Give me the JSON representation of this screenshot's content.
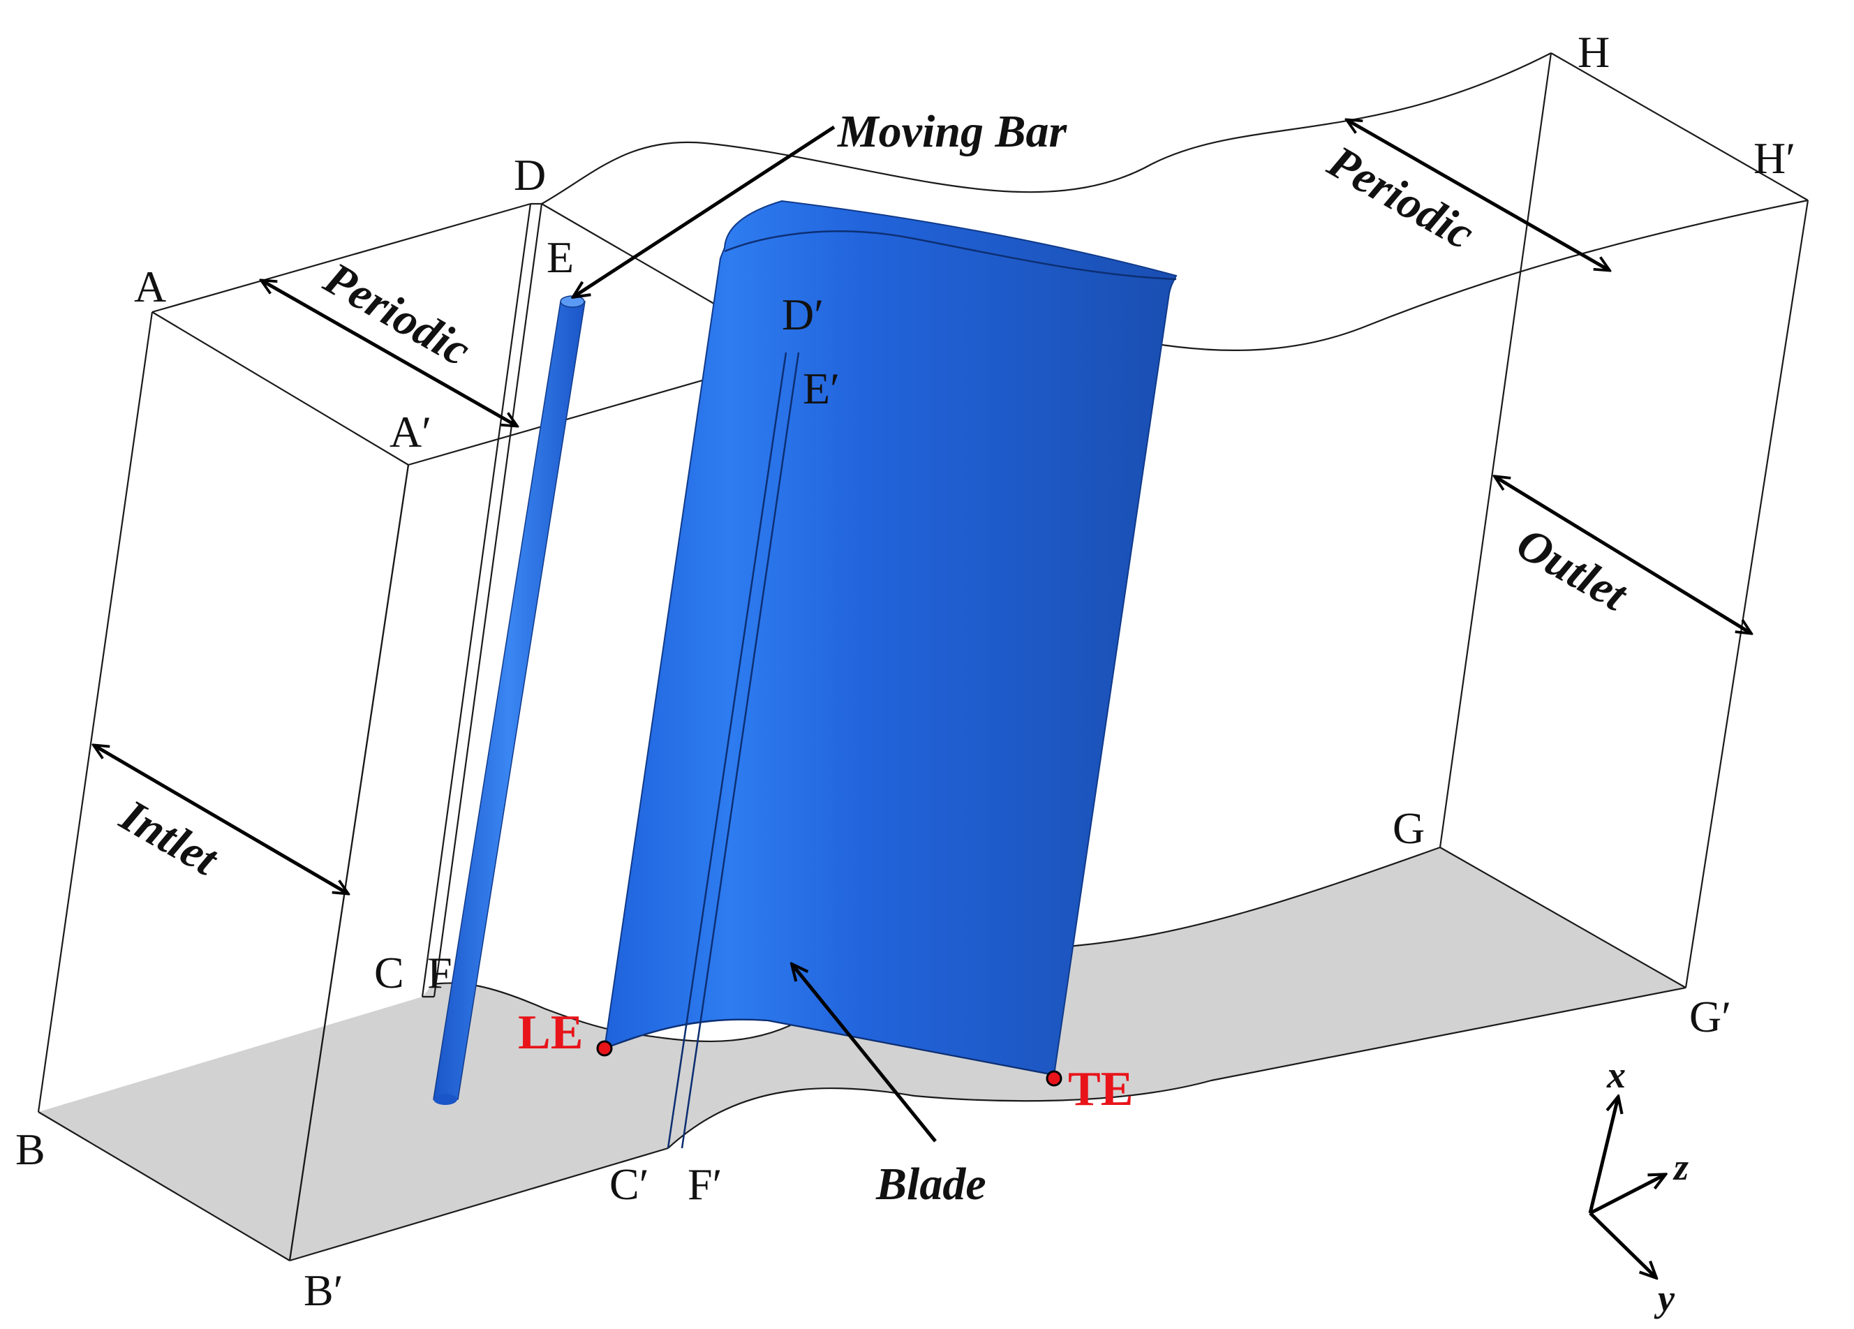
{
  "diagram": {
    "point_labels": {
      "A": "A",
      "A_prime": "A′",
      "B": "B",
      "B_prime": "B′",
      "C": "C",
      "C_prime": "C′",
      "D": "D",
      "D_prime": "D′",
      "E": "E",
      "E_prime": "E′",
      "F": "F",
      "F_prime": "F′",
      "G": "G",
      "G_prime": "G′",
      "H": "H",
      "H_prime": "H′"
    },
    "labels": {
      "moving_bar": "Moving Bar",
      "periodic_left": "Periodic",
      "periodic_right": "Periodic",
      "outlet": "Outlet",
      "inlet": "Intlet",
      "blade": "Blade"
    },
    "edge_markers": {
      "leading_edge": "LE",
      "trailing_edge": "TE"
    },
    "axes": {
      "x": "x",
      "y": "y",
      "z": "z"
    },
    "colors": {
      "blade": "#1f63dc",
      "bar": "#2a6fe0",
      "floor": "#d2d2d2",
      "marker": "#e8141a",
      "frame": "#1a1a1a"
    }
  }
}
